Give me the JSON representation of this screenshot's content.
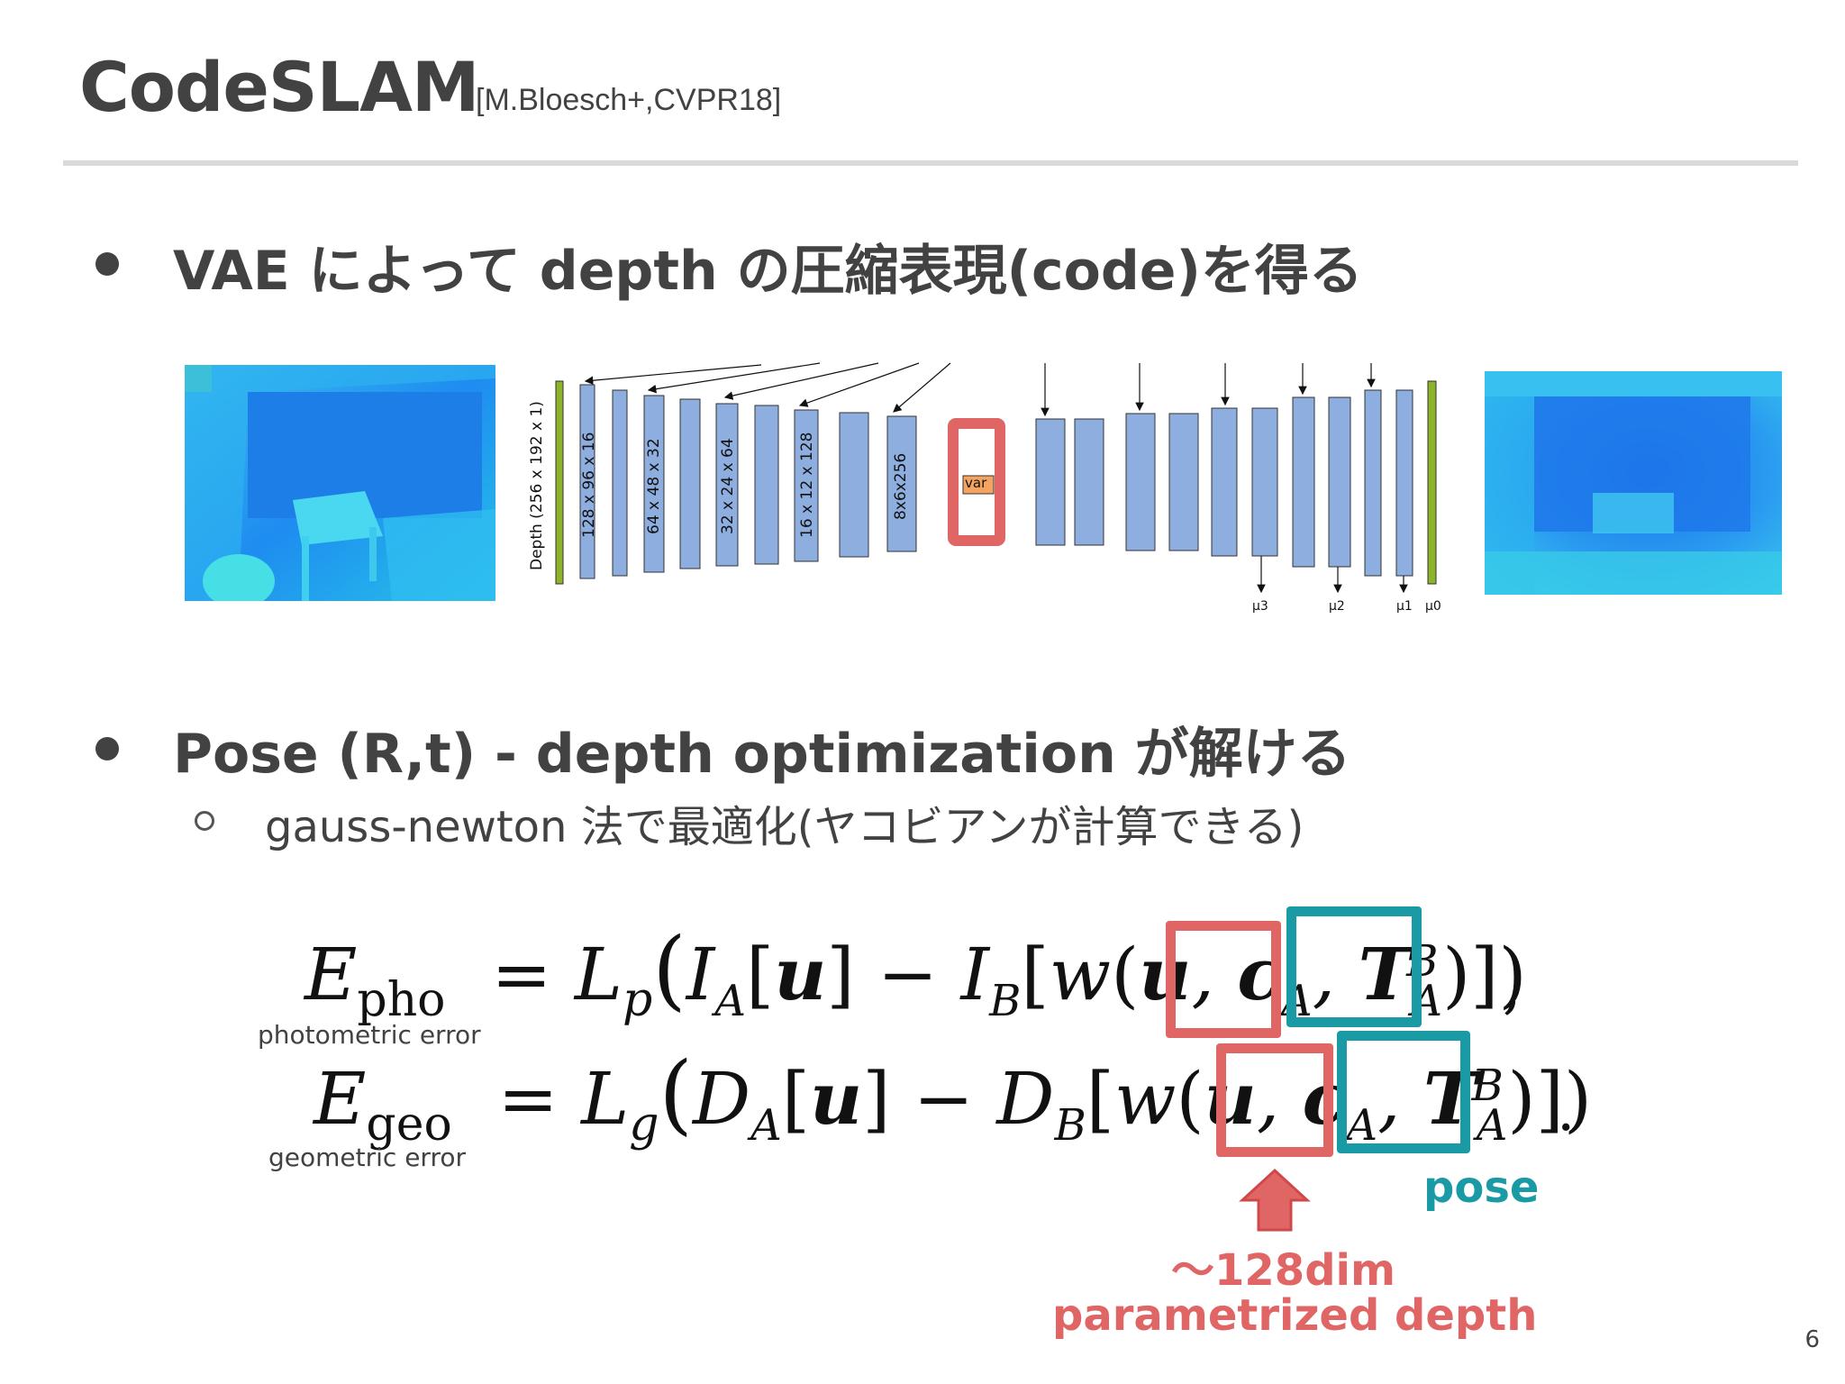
{
  "title": "CodeSLAM",
  "citation": "[M.Bloesch+,CVPR18]",
  "bullets": [
    {
      "text": "VAE によって depth の圧縮表現(code)を得る"
    },
    {
      "text": "Pose (R,t) - depth optimization が解ける"
    }
  ],
  "sub_bullet": "gauss-newton 法で最適化(ヤコビアンが計算できる)",
  "network": {
    "input_label": "Depth (256 x 192 x 1)",
    "layer_labels": [
      "128 x 96 x 16",
      "64 x 48 x 32",
      "32 x 24 x 64",
      "16 x 12 x 128",
      "8x6x256"
    ],
    "var_label": "var",
    "output_labels": [
      "μ3",
      "μ2",
      "μ1",
      "μ0"
    ]
  },
  "equations": {
    "photometric_label": "photometric error",
    "geometric_label": "geometric error",
    "pho_comma": ",",
    "geo_period": "."
  },
  "annotations": {
    "pose": "pose",
    "dim": "〜128dim",
    "parametrized": "parametrized depth"
  },
  "slide_number": "6",
  "colors": {
    "text": "#424242",
    "teal": "#1a9aa5",
    "red": "#e06666",
    "layer_blue": "#8eaee0",
    "input_green": "#8db32a"
  }
}
